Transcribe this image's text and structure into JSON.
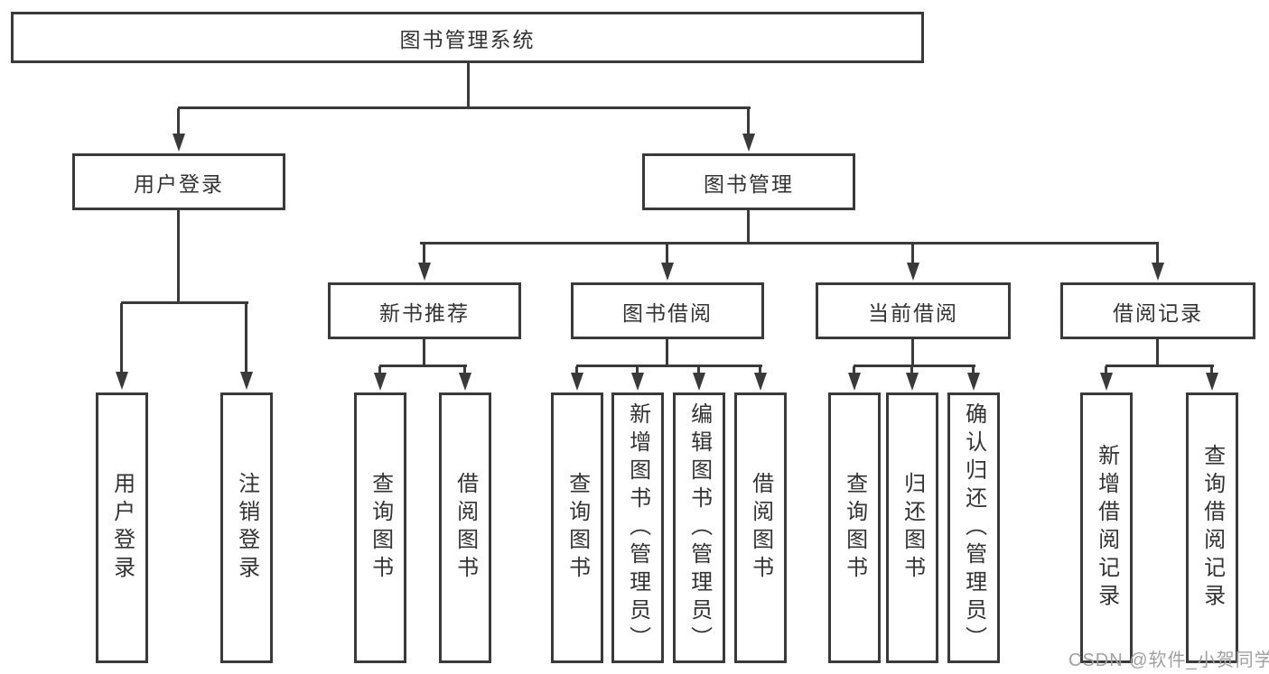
{
  "title": "图书管理系统",
  "watermark": "CSDN @软件_小贺同学",
  "level1": [
    {
      "label": "用户登录",
      "children": [
        "用户登录",
        "注销登录"
      ]
    },
    {
      "label": "图书管理",
      "children": [
        {
          "label": "新书推荐",
          "children": [
            "查询图书",
            "借阅图书"
          ]
        },
        {
          "label": "图书借阅",
          "children": [
            "查询图书",
            "新增图书（管理员）",
            "编辑图书（管理员）",
            "借阅图书"
          ]
        },
        {
          "label": "当前借阅",
          "children": [
            "查询图书",
            "归还图书",
            "确认归还（管理员）"
          ]
        },
        {
          "label": "借阅记录",
          "children": [
            "新增借阅记录",
            "查询借阅记录"
          ]
        }
      ]
    }
  ]
}
